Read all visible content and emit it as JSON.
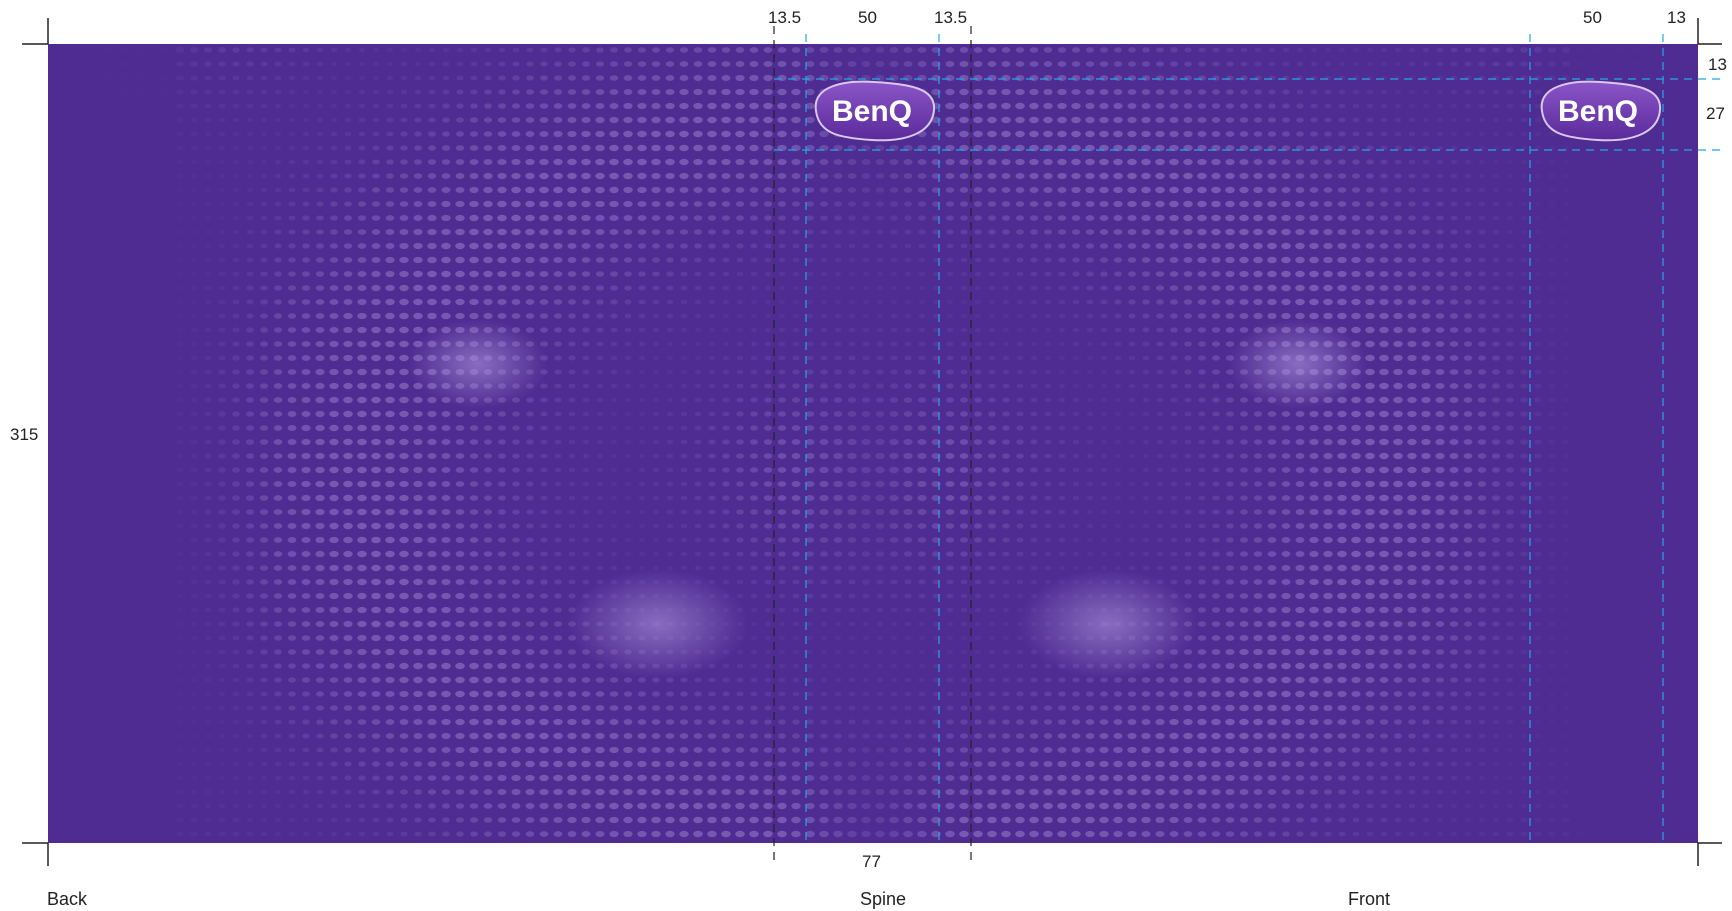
{
  "dimensions": {
    "top_left_bleed": "13.5",
    "top_spine_width": "50",
    "top_right_bleed": "13.5",
    "top_front_logo_width": "50",
    "top_front_margin": "13",
    "right_top_margin": "13",
    "right_logo_height": "27",
    "left_height": "315",
    "bottom_spine_total": "77"
  },
  "panels": {
    "back": "Back",
    "spine": "Spine",
    "front": "Front"
  },
  "logo": {
    "text": "BenQ"
  },
  "colors": {
    "background": "#4e2c92",
    "pattern_dots": "#a98fd6",
    "guide_lines": "#1fa9e6",
    "trim_marks": "#222222",
    "logo_fill": "#6a36a8"
  }
}
